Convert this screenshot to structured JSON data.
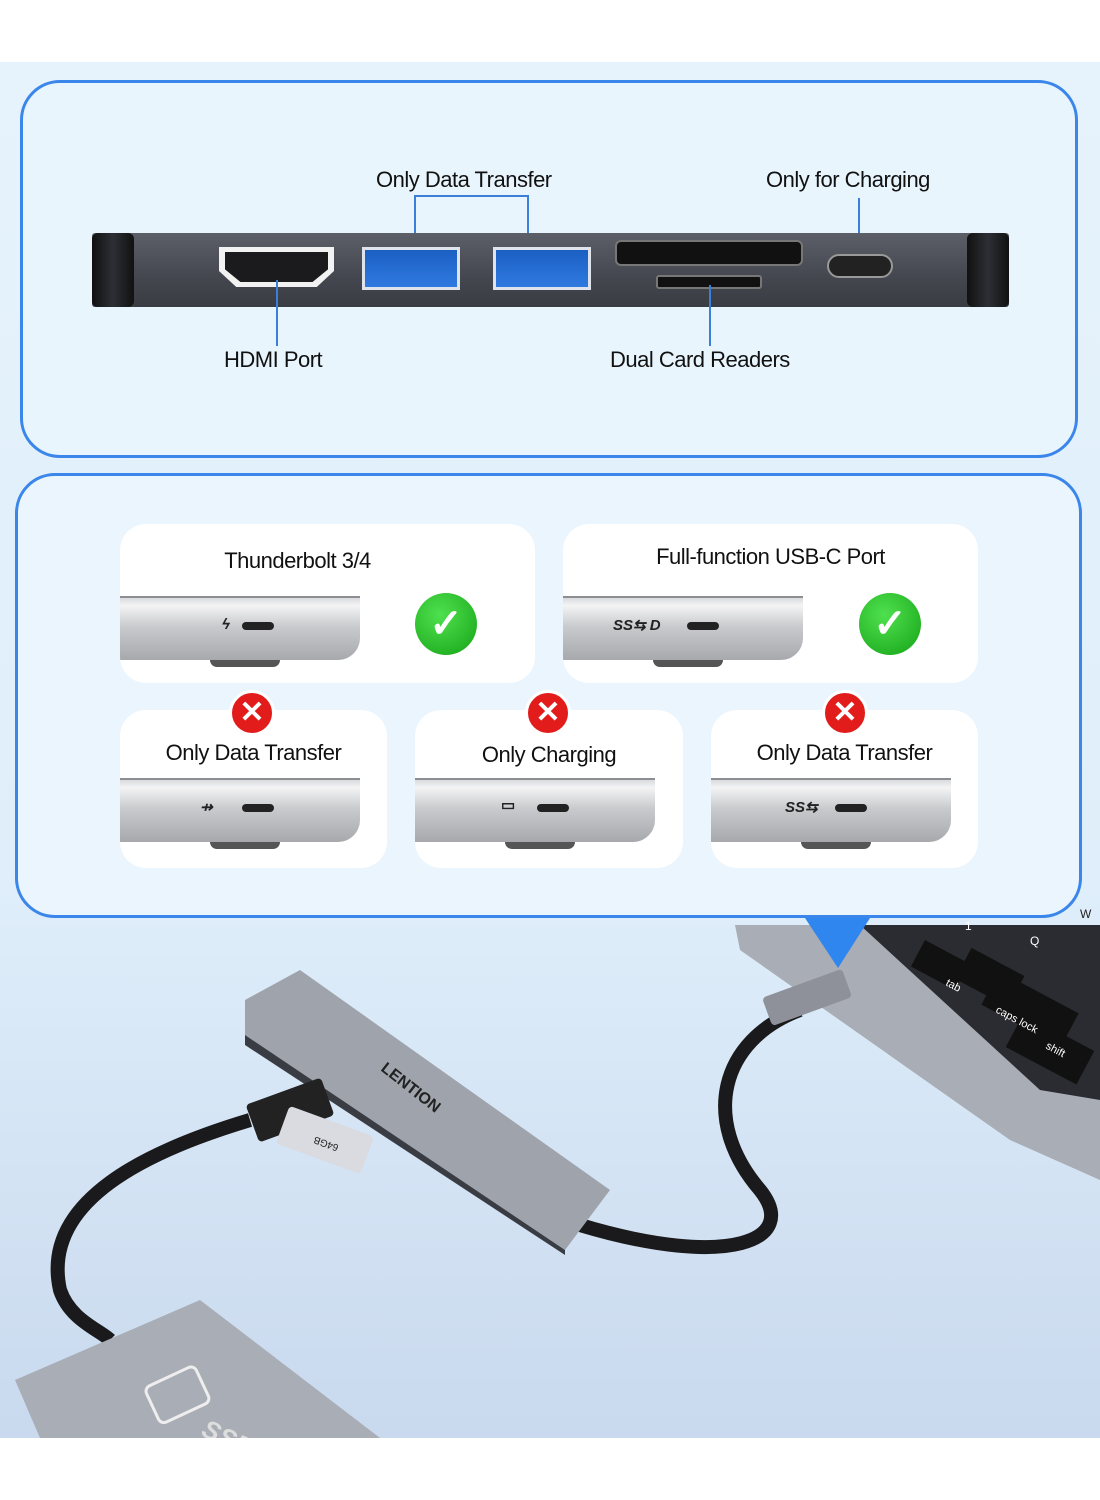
{
  "top_panel": {
    "label_usb": "Only Data Transfer",
    "label_usbc": "Only for Charging",
    "label_hdmi": "HDMI Port",
    "label_card": "Dual Card Readers"
  },
  "compat_panel": {
    "cards": [
      {
        "title": "Thunderbolt 3/4",
        "port_icon": "thunderbolt-icon",
        "icon_text": "ϟ",
        "status": "check"
      },
      {
        "title": "Full-function USB-C Port",
        "port_icon": "ss-usb-displayport-icon",
        "icon_text": "SS⇆ D",
        "status": "check"
      },
      {
        "title": "Only Data Transfer",
        "port_icon": "usb-icon",
        "icon_text": "⇸",
        "status": "cross"
      },
      {
        "title": "Only Charging",
        "port_icon": "battery-charging-icon",
        "icon_text": "▭",
        "status": "cross"
      },
      {
        "title": "Only Data Transfer",
        "port_icon": "ss-usb-icon",
        "icon_text": "SS⇆",
        "status": "cross"
      }
    ],
    "check_glyph": "✓",
    "cross_glyph": "✕"
  },
  "scene": {
    "brand_logo": "LENTION",
    "sd_card": "64GB",
    "ssd": "SSD",
    "keys": [
      "tab",
      "caps lock",
      "shift",
      "Q",
      "W",
      "1"
    ]
  },
  "colors": {
    "accent": "#3a86ea",
    "ok": "#22b522",
    "error": "#e21b1b"
  }
}
